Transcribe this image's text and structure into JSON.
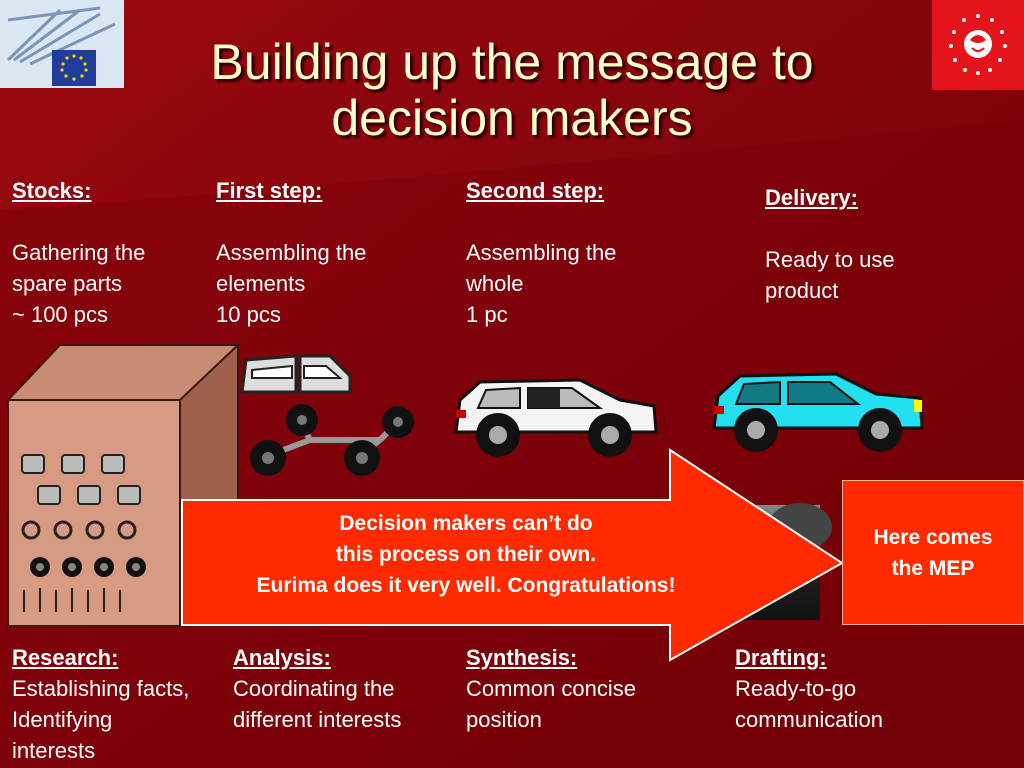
{
  "title": "Building up the message to decision makers",
  "stages": [
    {
      "heading": "Stocks:",
      "lines": [
        "Gathering the",
        "spare parts",
        "~ 100 pcs"
      ]
    },
    {
      "heading": "First step:",
      "lines": [
        "Assembling the",
        "elements",
        "10 pcs"
      ]
    },
    {
      "heading": "Second step:",
      "lines": [
        "Assembling the",
        "whole",
        "1 pc"
      ]
    },
    {
      "heading": "Delivery:",
      "lines": [
        "Ready to use",
        "product"
      ]
    }
  ],
  "banner": {
    "lines": [
      "Decision makers can’t do",
      "this process on their own.",
      "Eurima does it very well. Congratulations!"
    ]
  },
  "mep_box": {
    "lines": [
      "Here comes",
      "the MEP"
    ]
  },
  "steps": [
    {
      "heading": "Research:",
      "lines": [
        "Establishing facts,",
        "Identifying",
        "interests"
      ]
    },
    {
      "heading": "Analysis:",
      "lines": [
        "Coordinating the",
        "different interests"
      ]
    },
    {
      "heading": "Synthesis:",
      "lines": [
        "Common concise",
        "position"
      ]
    },
    {
      "heading": "Drafting:",
      "lines": [
        "Ready-to-go",
        "communication"
      ]
    }
  ],
  "colors": {
    "background": "#7a0008",
    "arrow": "#ff2a00",
    "title": "#ffffcc",
    "car_white": "#ffffff",
    "car_cyan": "#22e0f0"
  },
  "icons": [
    "european-parliament-logo",
    "rose-party-logo",
    "parts-crate",
    "car-parts",
    "white-suv",
    "cyan-suv"
  ]
}
